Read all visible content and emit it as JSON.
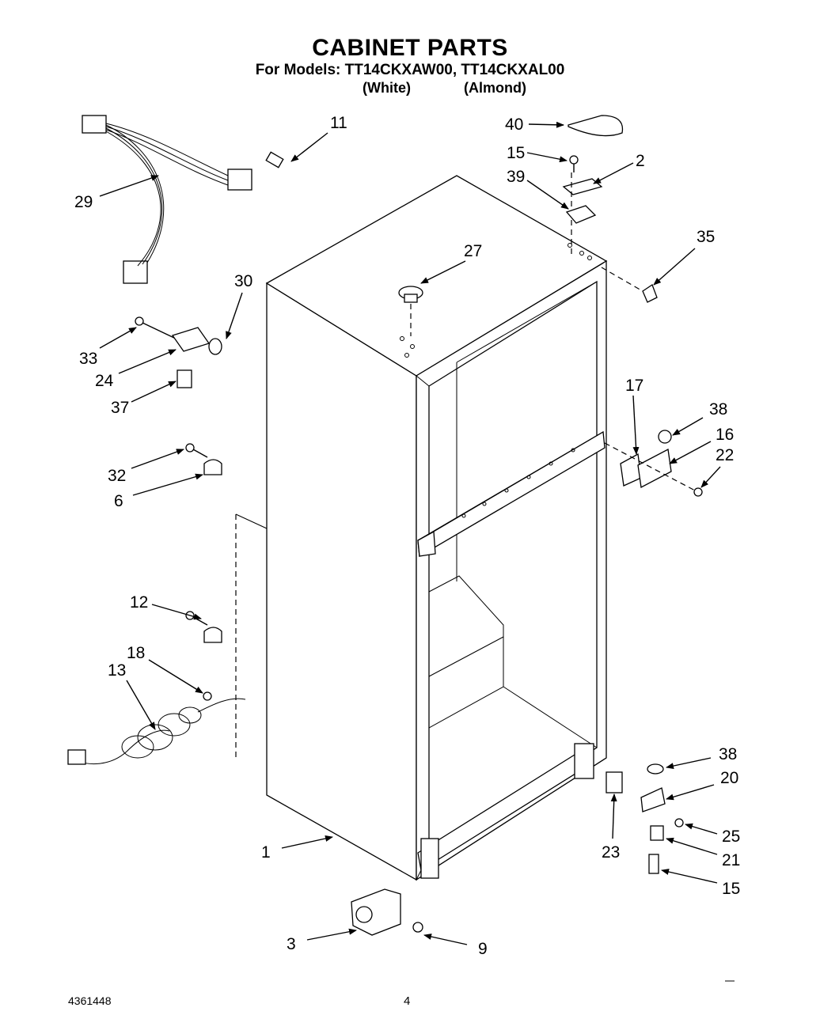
{
  "header": {
    "title": "CABINET PARTS",
    "models_line": "For Models: TT14CKXAW00, TT14CKXAL00",
    "variant_white": "(White)",
    "variant_almond": "(Almond)"
  },
  "footer": {
    "doc_number": "4361448",
    "page_number": "4"
  },
  "callouts": [
    {
      "id": "40",
      "label": "40"
    },
    {
      "id": "15a",
      "label": "15"
    },
    {
      "id": "2",
      "label": "2"
    },
    {
      "id": "39",
      "label": "39"
    },
    {
      "id": "11",
      "label": "11"
    },
    {
      "id": "29",
      "label": "29"
    },
    {
      "id": "35",
      "label": "35"
    },
    {
      "id": "27",
      "label": "27"
    },
    {
      "id": "30",
      "label": "30"
    },
    {
      "id": "33",
      "label": "33"
    },
    {
      "id": "24",
      "label": "24"
    },
    {
      "id": "37",
      "label": "37"
    },
    {
      "id": "17",
      "label": "17"
    },
    {
      "id": "38a",
      "label": "38"
    },
    {
      "id": "16",
      "label": "16"
    },
    {
      "id": "22",
      "label": "22"
    },
    {
      "id": "32",
      "label": "32"
    },
    {
      "id": "6",
      "label": "6"
    },
    {
      "id": "12",
      "label": "12"
    },
    {
      "id": "18",
      "label": "18"
    },
    {
      "id": "13",
      "label": "13"
    },
    {
      "id": "38b",
      "label": "38"
    },
    {
      "id": "20",
      "label": "20"
    },
    {
      "id": "25",
      "label": "25"
    },
    {
      "id": "21",
      "label": "21"
    },
    {
      "id": "23",
      "label": "23"
    },
    {
      "id": "1",
      "label": "1"
    },
    {
      "id": "15b",
      "label": "15"
    },
    {
      "id": "3",
      "label": "3"
    },
    {
      "id": "9",
      "label": "9"
    }
  ]
}
